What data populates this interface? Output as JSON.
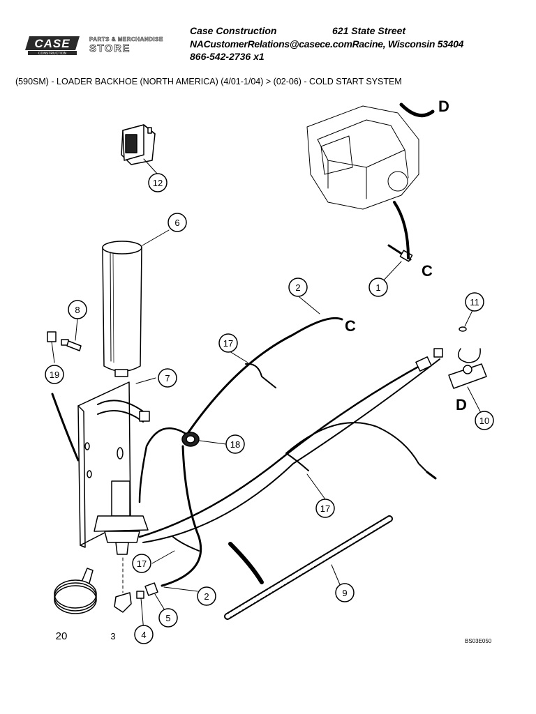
{
  "header": {
    "company": "Case Construction",
    "street": "621 State Street",
    "email_city": "NACustomerRelations@casece.comRacine, Wisconsin 53404",
    "phone": "866-542-2736 x1"
  },
  "logo": {
    "brand": "CASE",
    "sub": "CONSTRUCTION"
  },
  "store": {
    "line1": "PARTS & MERCHANDISE",
    "line2": "STORE"
  },
  "breadcrumb": "(590SM) - LOADER BACKHOE (NORTH AMERICA) (4/01-1/04) > (02-06) - COLD START SYSTEM",
  "diagram": {
    "callouts": [
      "12",
      "6",
      "8",
      "19",
      "7",
      "2",
      "17",
      "18",
      "17",
      "17",
      "2",
      "5",
      "4",
      "3",
      "20",
      "9",
      "1",
      "11",
      "10"
    ],
    "letters": [
      "D",
      "C",
      "C",
      "D"
    ],
    "code": "BS03E050"
  }
}
